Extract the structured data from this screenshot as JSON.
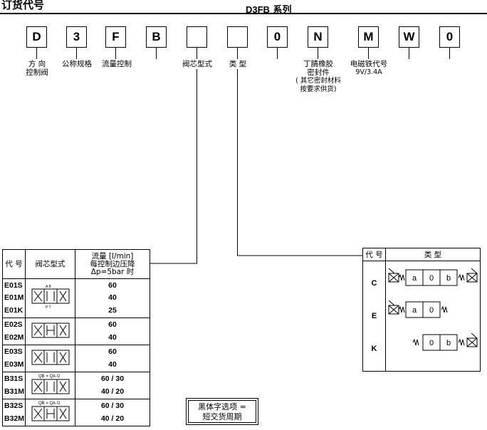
{
  "header": {
    "title": "订货代号",
    "series_code": "D3FB",
    "series_word": "系列"
  },
  "code_boxes": [
    "D",
    "3",
    "F",
    "B",
    "",
    "",
    "0",
    "N",
    "M",
    "W",
    "0"
  ],
  "labels": {
    "direction_1": "方 向",
    "direction_2": "控制阀",
    "nominal_size": "公称规格",
    "flow_control": "流量控制",
    "spool_type": "阀芯型式",
    "type": "类 型",
    "seal_1": "丁腈橡胶",
    "seal_2": "密封件",
    "seal_3": "( 其它密封材料",
    "seal_4": "按要求供货)",
    "solenoid_1": "电磁铁代号",
    "solenoid_2": "9V/3.4A"
  },
  "spool_table": {
    "headers": {
      "code": "代 号",
      "spool": "阀芯型式",
      "flow_1": "流量 [l/min]",
      "flow_2": "每控制边压降",
      "flow_3": "Δp=5bar 时"
    },
    "port_top": "A  B",
    "port_bottom": "P  T",
    "formula": "Qʙ = Qᴀ /2",
    "formula_b31": "QB = QA /2",
    "formula_b32": "QB = QA /2",
    "groups": [
      {
        "codes": [
          "E01S",
          "E01M",
          "E01K"
        ],
        "values": [
          "60",
          "40",
          "25"
        ]
      },
      {
        "codes": [
          "E02S",
          "E02M"
        ],
        "values": [
          "60",
          "40"
        ]
      },
      {
        "codes": [
          "E03S",
          "E03M"
        ],
        "values": [
          "60",
          "40"
        ]
      },
      {
        "codes": [
          "B31S",
          "B31M"
        ],
        "values": [
          "60 / 30",
          "40 / 20"
        ]
      },
      {
        "codes": [
          "B32S",
          "B32M"
        ],
        "values": [
          "60 / 30",
          "40 / 20"
        ]
      }
    ]
  },
  "type_table": {
    "headers": {
      "code": "代 号",
      "type": "类 型"
    },
    "rows": [
      {
        "code": "C",
        "cells": [
          "a",
          "0",
          "b"
        ]
      },
      {
        "code": "E",
        "cells": [
          "a",
          "0"
        ]
      },
      {
        "code": "K",
        "cells": [
          "0",
          "b"
        ]
      }
    ]
  },
  "note": {
    "line_1": "黑体字选项 =",
    "line_2": "短交货周期"
  }
}
